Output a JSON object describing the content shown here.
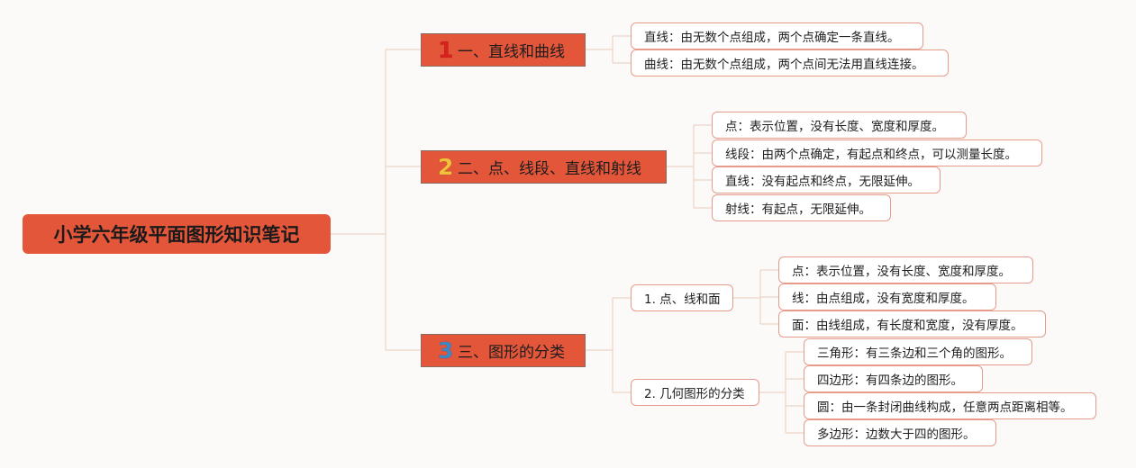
{
  "root": {
    "title": "小学六年级平面图形知识笔记"
  },
  "branches": [
    {
      "number": "1",
      "number_color": "#d8201c",
      "label": "一、直线和曲线",
      "leaves": [
        "直线：由无数个点组成，两个点确定一条直线。",
        "曲线：由无数个点组成，两个点间无法用直线连接。"
      ]
    },
    {
      "number": "2",
      "number_color": "#f2c23a",
      "label": "二、点、线段、直线和射线",
      "leaves": [
        "点：表示位置，没有长度、宽度和厚度。",
        "线段：由两个点确定，有起点和终点，可以测量长度。",
        "直线：没有起点和终点，无限延伸。",
        "射线：有起点，无限延伸。"
      ]
    },
    {
      "number": "3",
      "number_color": "#3f87c6",
      "label": "三、图形的分类",
      "subs": [
        {
          "label": "1. 点、线和面",
          "leaves": [
            "点：表示位置，没有长度、宽度和厚度。",
            "线：由点组成，没有宽度和厚度。",
            "面：由线组成，有长度和宽度，没有厚度。"
          ]
        },
        {
          "label": "2. 几何图形的分类",
          "leaves": [
            "三角形：有三条边和三个角的图形。",
            "四边形：有四条边的图形。",
            "圆：由一条封闭曲线构成，任意两点距离相等。",
            "多边形：边数大于四的图形。"
          ]
        }
      ]
    }
  ],
  "colors": {
    "accent": "#e3563a",
    "leaf_border": "#e79b8a",
    "connector": "#edd5c8"
  }
}
